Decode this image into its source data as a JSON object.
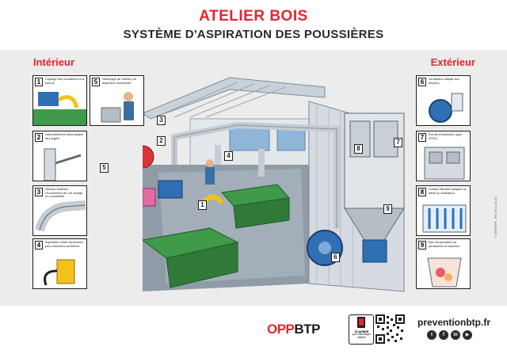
{
  "header": {
    "title": "ATELIER BOIS",
    "subtitle": "SYSTÈME D'ASPIRATION DES POUSSIÈRES"
  },
  "sections": {
    "interior": "Intérieur",
    "exterior": "Extérieur"
  },
  "cards_left": [
    {
      "num": "1",
      "text": "Captage des poussières à la source",
      "icon": "saw-hood-icon"
    },
    {
      "num": "2",
      "text": "Assemblement automatique des fagots",
      "icon": "duct-icon"
    },
    {
      "num": "3",
      "text": "Réseau facilitant l'écoulement de l'air chargé en poussières",
      "icon": "elbow-duct-icon"
    },
    {
      "num": "4",
      "text": "Aspiration haute dépression pour machines portatives",
      "icon": "vacuum-icon"
    }
  ],
  "cards_mid": [
    {
      "num": "5",
      "text": "Nettoyage de l'atelier par aspiration industrielle",
      "icon": "cleaning-icon"
    }
  ],
  "cards_right": [
    {
      "num": "6",
      "text": "Ventilateur adapté aux besoins",
      "icon": "fan-icon"
    },
    {
      "num": "7",
      "text": "Events d'explosion (type ATEX)",
      "icon": "vent-icon"
    },
    {
      "num": "8",
      "text": "Surface filtrante adaptée au débit du ventilateur",
      "icon": "filter-icon"
    },
    {
      "num": "9",
      "text": "Bac récupérateur de poussières et copeaux",
      "icon": "bin-icon"
    }
  ],
  "callouts": [
    "1",
    "2",
    "3",
    "4",
    "5",
    "6",
    "7",
    "8",
    "9"
  ],
  "credit": "© OPPBTP - Réf. F2 A 01 22",
  "footer": {
    "logo_a": "OPP",
    "logo_b": "BTP",
    "scan_title": "SCANNER",
    "scan_text": "pour télécharger l'affiche",
    "website": "preventionbtp.fr",
    "socials": [
      "twitter-icon",
      "facebook-icon",
      "linkedin-icon",
      "youtube-icon"
    ],
    "social_glyphs": [
      "t",
      "f",
      "in",
      "▶"
    ]
  },
  "colors": {
    "accent": "#e3262f",
    "dark": "#1d1d1b",
    "machine_green": "#3f9a4a",
    "duct_blue": "#2f6fb5",
    "band": "#ececec"
  }
}
